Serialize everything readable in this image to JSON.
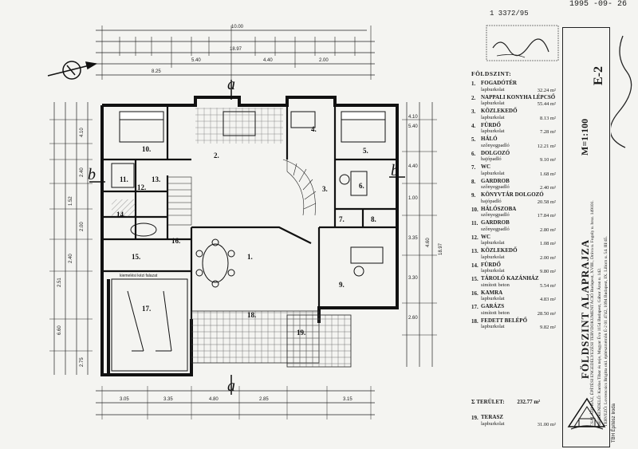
{
  "header": {
    "ref_number": "1 3372/95",
    "date": "1995 -09- 26",
    "sheet_code": "E-2"
  },
  "legend": {
    "title": "FÖLDSZINT:",
    "rooms": [
      {
        "no": "1.",
        "name": "FOGADÓTÉR",
        "floor": "lapburkolat",
        "area": "32.24 m²"
      },
      {
        "no": "2.",
        "name": "NAPPALI KONYHA LÉPCSŐ",
        "floor": "lapburkolat",
        "area": "55.44 m²"
      },
      {
        "no": "3.",
        "name": "KÖZLEKEDŐ",
        "floor": "lapburkolat",
        "area": "8.13 m²"
      },
      {
        "no": "4.",
        "name": "FÜRDŐ",
        "floor": "lapburkolat",
        "area": "7.28 m²"
      },
      {
        "no": "5.",
        "name": "HÁLÓ",
        "floor": "szőnyegpadló",
        "area": "12.21 m²"
      },
      {
        "no": "6.",
        "name": "DOLGOZÓ",
        "floor": "hajópadló",
        "area": "9.10 m²"
      },
      {
        "no": "7.",
        "name": "WC",
        "floor": "lapburkolat",
        "area": "1.68 m²"
      },
      {
        "no": "8.",
        "name": "GARDROB",
        "floor": "szőnyegpadló",
        "area": "2.40 m²"
      },
      {
        "no": "9.",
        "name": "KÖNYVTÁR DOLGOZÓ",
        "floor": "hajópadló",
        "area": "20.58 m²"
      },
      {
        "no": "10.",
        "name": "HÁLÓSZOBA",
        "floor": "szőnyegpadló",
        "area": "17.84 m²"
      },
      {
        "no": "11.",
        "name": "GARDROB",
        "floor": "szőnyegpadló",
        "area": "2.80 m²"
      },
      {
        "no": "12.",
        "name": "WC",
        "floor": "lapburkolat",
        "area": "1.08 m²"
      },
      {
        "no": "13.",
        "name": "KÖZLEKEDŐ",
        "floor": "lapburkolat",
        "area": "2.00 m²"
      },
      {
        "no": "14.",
        "name": "FÜRDŐ",
        "floor": "lapburkolat",
        "area": "9.80 m²"
      },
      {
        "no": "15.",
        "name": "TÁROLÓ KAZÁNHÁZ",
        "floor": "simított beton",
        "area": "5.54 m²"
      },
      {
        "no": "16.",
        "name": "KAMRA",
        "floor": "lapburkolat",
        "area": "4.83 m²"
      },
      {
        "no": "17.",
        "name": "GARÁZS",
        "floor": "simított beton",
        "area": "28.50 m²"
      },
      {
        "no": "18.",
        "name": "FEDETT BELÉPŐ",
        "floor": "lapburkolat",
        "area": "9.82 m²"
      }
    ],
    "total_label": "Σ TERÜLET:",
    "total_value": "232.77 m²",
    "terrace": {
      "no": "19.",
      "name": "TERASZ",
      "floor": "lapburkolat",
      "area": "31.00 m²"
    }
  },
  "title_block": {
    "scale": "M=1:100",
    "drawing_title": "FÖLDSZINT ALAPRAJZA",
    "project": "CSALÁDI HÁZ, ÉPÍTÉSI ENGEDÉLYEZÉSI TERVDOKUMENTÁCIÓ  Budapest, XVIII., Dráva u. Fogoly u. hrsz. 149101.",
    "client": "MEGRENDELŐ: Kardos Tibor és neje, Magyar Éva  1154 Budapest, Gábor Áron u. 142.",
    "designer": "TERVEZŐ: Lovrencsics Brigitta okl. építészmérnök É-2 01 4742, 1094 Budapest, IX. Liliom u. 54. III/45.",
    "logo_text": "TBH Építész Iroda"
  },
  "plan": {
    "section_mark": "b",
    "section_mark_top": "a",
    "room_numbers": [
      "1.",
      "2.",
      "3.",
      "4.",
      "5.",
      "6.",
      "7.",
      "8.",
      "9.",
      "10.",
      "11.",
      "12.",
      "13.",
      "14.",
      "15.",
      "16.",
      "17.",
      "18.",
      "19."
    ],
    "garage_note": "kiemelési kézi falazat",
    "dims_top": [
      "8.25",
      "5.40",
      "4.40",
      "2.00",
      "18.97",
      "10.00"
    ],
    "dims_bottom": [
      "3.05",
      "3.35",
      "4.80",
      "2.85",
      "3.15"
    ],
    "dims_right": [
      "4.10",
      "5.40",
      "4.40",
      "1.00",
      "4.60",
      "18.97",
      "3.35",
      "3.30",
      "2.60"
    ],
    "dims_left": [
      "4.10",
      "2.40",
      "1.52",
      "2.00",
      "2.40",
      "2.51",
      "6.60",
      "2.75"
    ]
  }
}
